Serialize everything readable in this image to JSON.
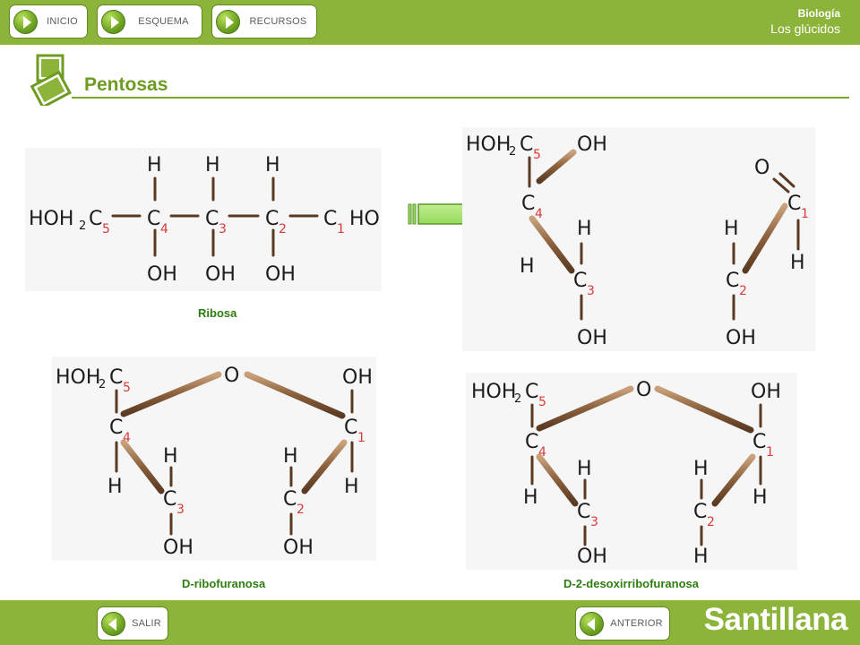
{
  "nav": {
    "inicio": "INICIO",
    "esquema": "ESQUEMA",
    "recursos": "RECURSOS"
  },
  "header": {
    "subject": "Biología",
    "topic": "Los glúcidos"
  },
  "page": {
    "title": "Pentosas"
  },
  "captions": {
    "ribosa": "Ribosa",
    "ribofuranosa": "D-ribofuranosa",
    "desoxirribofuranosa": "D-2-desoxirribofuranosa"
  },
  "footer": {
    "salir": "SALIR",
    "anterior": "ANTERIOR",
    "brand": "Santillana"
  },
  "colors": {
    "bar": "#8cb33a",
    "title": "#6e9b22",
    "caption": "#2e7d10",
    "carbon_number": "#d93a3a",
    "bond": "#5a3a22"
  }
}
